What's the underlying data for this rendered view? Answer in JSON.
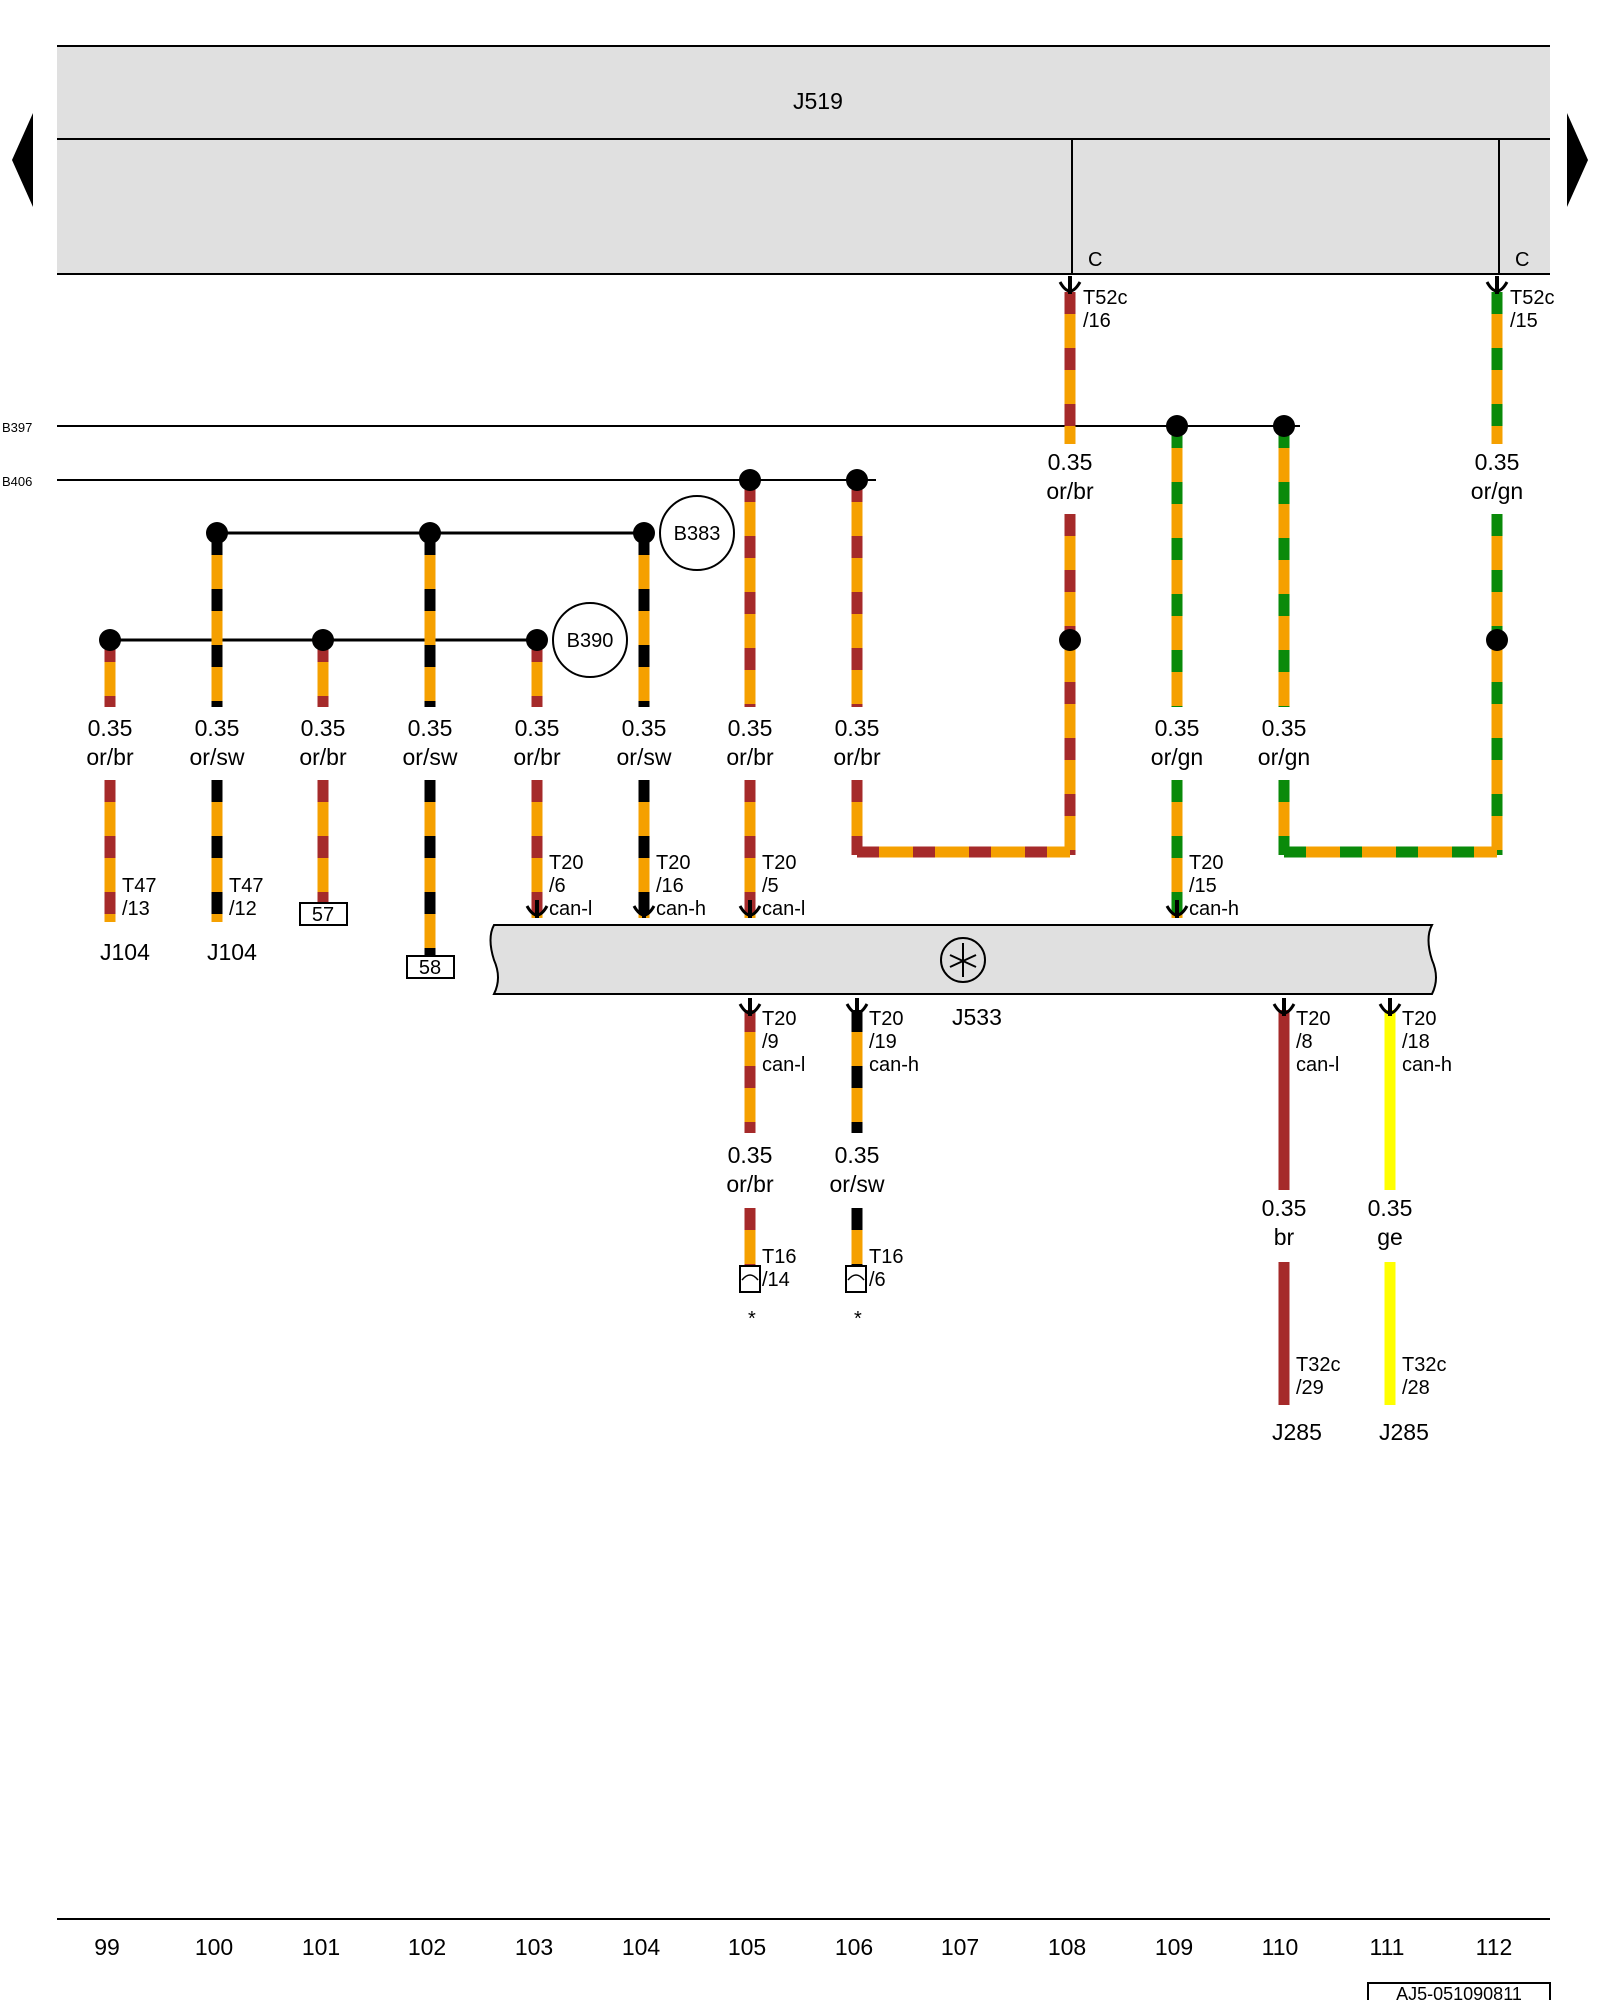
{
  "colors": {
    "or": "#F5A000",
    "br": "#A52A2A",
    "sw": "#000000",
    "gn": "#0A8A0A",
    "ge": "#FFFF00",
    "panel": "#E0E0E0"
  },
  "components": {
    "j519": "J519",
    "j533": "J533",
    "j104_a": "J104",
    "j104_b": "J104",
    "j285_a": "J285",
    "j285_b": "J285"
  },
  "connector_letters": {
    "c1": "C",
    "c2": "C"
  },
  "bus_labels": {
    "b397": "B397",
    "b406": "B406"
  },
  "splices": {
    "b383": "B383",
    "b390": "B390"
  },
  "boxes": {
    "b57": "57",
    "b58": "58"
  },
  "navigation": {
    "prev": "previous-page",
    "next": "next-page"
  },
  "wires": [
    {
      "id": "w99",
      "gauge": "0.35",
      "color_code": "or/br"
    },
    {
      "id": "w100",
      "gauge": "0.35",
      "color_code": "or/sw"
    },
    {
      "id": "w101",
      "gauge": "0.35",
      "color_code": "or/br"
    },
    {
      "id": "w102",
      "gauge": "0.35",
      "color_code": "or/sw"
    },
    {
      "id": "w103",
      "gauge": "0.35",
      "color_code": "or/br"
    },
    {
      "id": "w104",
      "gauge": "0.35",
      "color_code": "or/sw"
    },
    {
      "id": "w105",
      "gauge": "0.35",
      "color_code": "or/br"
    },
    {
      "id": "w106",
      "gauge": "0.35",
      "color_code": "or/br"
    },
    {
      "id": "w108",
      "gauge": "0.35",
      "color_code": "or/br"
    },
    {
      "id": "w109",
      "gauge": "0.35",
      "color_code": "or/gn"
    },
    {
      "id": "w110",
      "gauge": "0.35",
      "color_code": "or/gn"
    },
    {
      "id": "w112",
      "gauge": "0.35",
      "color_code": "or/gn"
    },
    {
      "id": "w105b",
      "gauge": "0.35",
      "color_code": "or/br"
    },
    {
      "id": "w106b",
      "gauge": "0.35",
      "color_code": "or/sw"
    },
    {
      "id": "w110b",
      "gauge": "0.35",
      "color_code": "br"
    },
    {
      "id": "w111b",
      "gauge": "0.35",
      "color_code": "ge"
    }
  ],
  "pins": [
    {
      "id": "p108",
      "lines": [
        "T52c",
        "/16"
      ]
    },
    {
      "id": "p112",
      "lines": [
        "T52c",
        "/15"
      ]
    },
    {
      "id": "p99",
      "lines": [
        "T47",
        "/13"
      ]
    },
    {
      "id": "p100",
      "lines": [
        "T47",
        "/12"
      ]
    },
    {
      "id": "p103",
      "lines": [
        "T20",
        "/6",
        "can-l"
      ]
    },
    {
      "id": "p104",
      "lines": [
        "T20",
        "/16",
        "can-h"
      ]
    },
    {
      "id": "p105",
      "lines": [
        "T20",
        "/5",
        "can-l"
      ]
    },
    {
      "id": "p109",
      "lines": [
        "T20",
        "/15",
        "can-h"
      ]
    },
    {
      "id": "p105b",
      "lines": [
        "T20",
        "/9",
        "can-l"
      ]
    },
    {
      "id": "p106b",
      "lines": [
        "T20",
        "/19",
        "can-h"
      ]
    },
    {
      "id": "p110b",
      "lines": [
        "T20",
        "/8",
        "can-l"
      ]
    },
    {
      "id": "p111b",
      "lines": [
        "T20",
        "/18",
        "can-h"
      ]
    },
    {
      "id": "p105c",
      "lines": [
        "T16",
        "/14"
      ]
    },
    {
      "id": "p106c",
      "lines": [
        "T16",
        "/6"
      ]
    },
    {
      "id": "p110c",
      "lines": [
        "T32c",
        "/29"
      ]
    },
    {
      "id": "p111c",
      "lines": [
        "T32c",
        "/28"
      ]
    }
  ],
  "asterisks": [
    "*",
    "*"
  ],
  "column_numbers": [
    "99",
    "100",
    "101",
    "102",
    "103",
    "104",
    "105",
    "106",
    "107",
    "108",
    "109",
    "110",
    "111",
    "112"
  ],
  "doc_id": "AJ5-051090811"
}
